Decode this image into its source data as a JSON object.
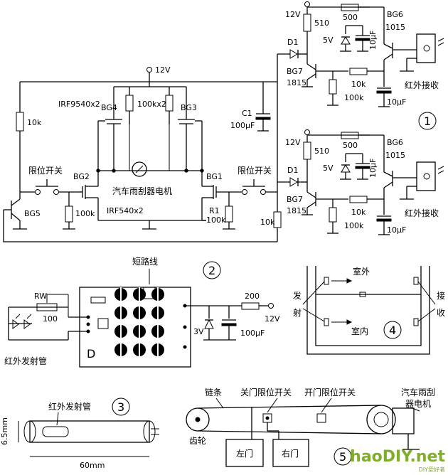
{
  "circuit1": {
    "supply": "12V",
    "r_10k_left": "10k",
    "limit_switch_left": "限位开关",
    "limit_switch_right": "限位开关",
    "bg5": "BG5",
    "bg2": "BG2",
    "bg1": "BG1",
    "bg3": "BG3",
    "bg4": "BG4",
    "irf9540": "IRF9540x2",
    "r_100kx2": "100kx2",
    "motor": "汽车雨刮器电机",
    "irf540": "IRF540x2",
    "r_100k_a": "100k",
    "r1": "R1",
    "r1_val": "100k",
    "r_10k_right": "10k",
    "c1": "C1",
    "c1_val": "100μF"
  },
  "receiver": {
    "supply": "12V",
    "r510": "510",
    "r500": "500",
    "bg6": "BG6",
    "bg6_type": "1015",
    "zener": "5V",
    "cap_10u_v": "10μF",
    "d1": "D1",
    "bg7": "BG7",
    "bg7_type": "1815",
    "r10k": "10k",
    "r100k": "100k",
    "cap_10u": "10μF",
    "ir_receiver": "红外接收",
    "marker1": "1"
  },
  "fig2": {
    "marker": "2",
    "short_wire": "短路线",
    "rw": "RW",
    "rw_val": "100",
    "ir_emitter": "红外发射管",
    "chip_letter": "D",
    "r200": "200",
    "supply": "12V",
    "zener": "3V",
    "cap": "100μF"
  },
  "fig3": {
    "marker": "3",
    "ir_emitter": "红外发射管",
    "diameter": "6.5mm",
    "length": "60mm"
  },
  "fig4": {
    "marker": "4",
    "outdoor": "室外",
    "indoor": "室内",
    "emit_1": "发",
    "emit_2": "射",
    "recv_1": "接",
    "recv_2": "收"
  },
  "fig5": {
    "marker": "5",
    "chain": "链条",
    "close_switch": "关门限位开关",
    "open_switch": "开门限位开关",
    "motor_1": "汽车雨刮",
    "motor_2": "器电机",
    "gear": "齿轮",
    "left_door": "左门",
    "right_door": "右门"
  },
  "watermark": {
    "brand": "haoDIY.net",
    "sub": "DIY爱好者"
  }
}
